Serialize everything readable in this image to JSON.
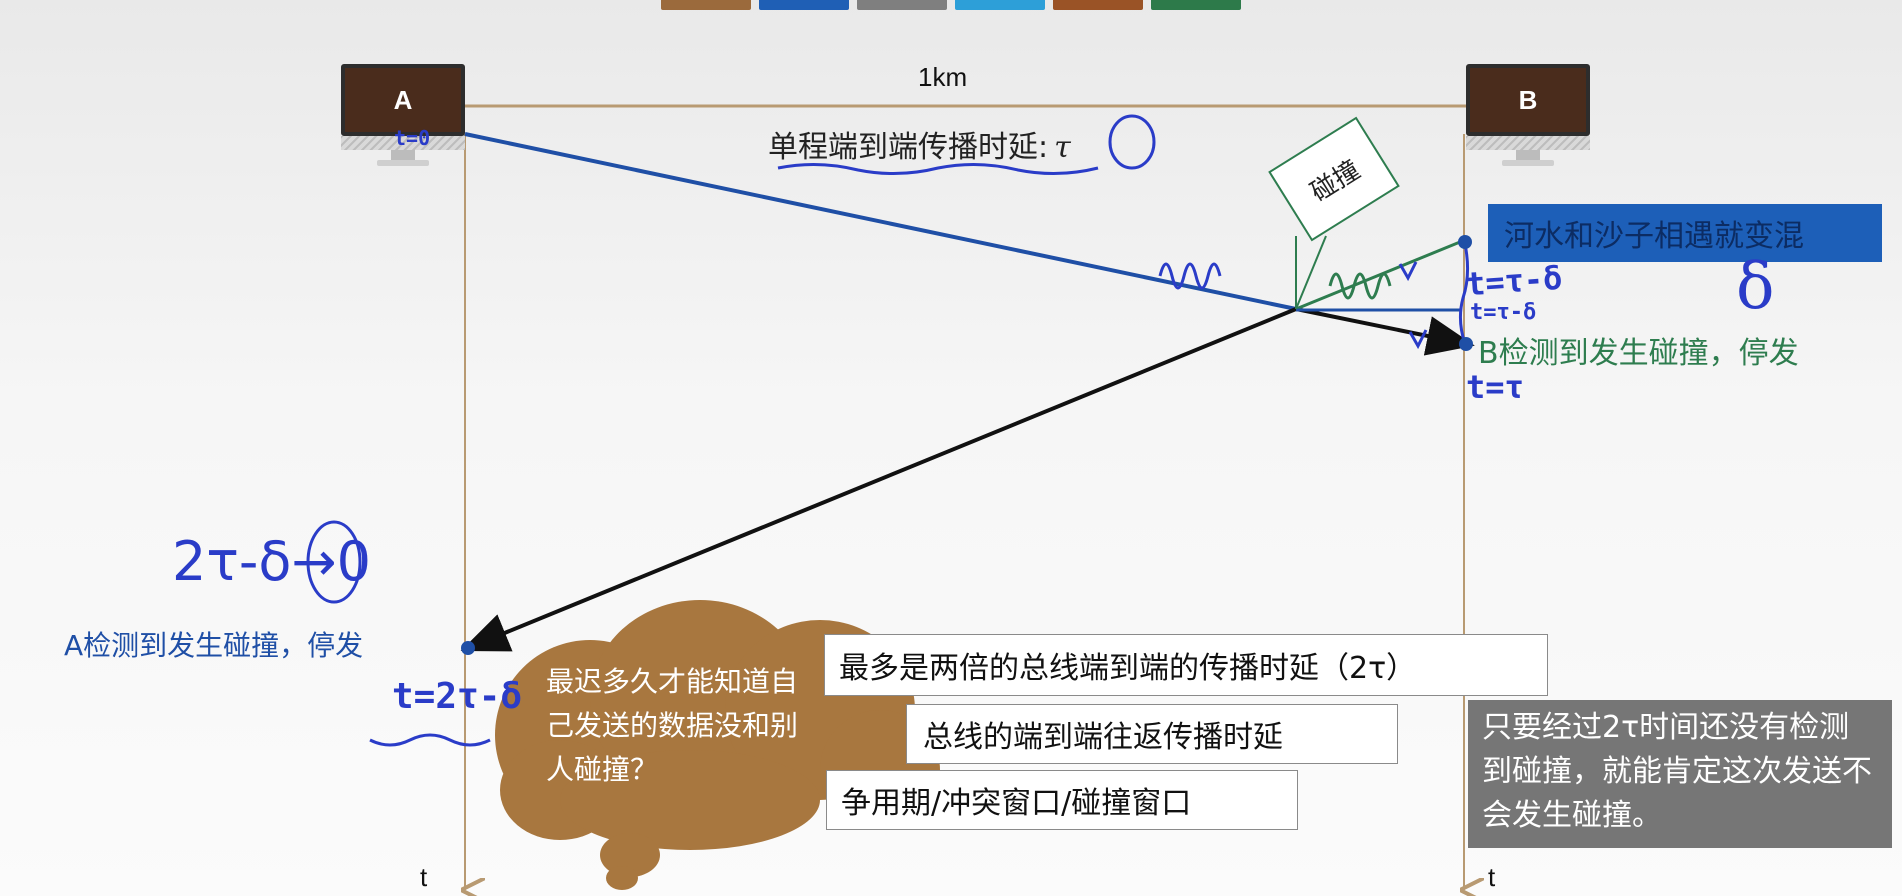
{
  "color_bars": [
    "#9b6a3c",
    "#1f5fb5",
    "#7f7f7f",
    "#2d9fd8",
    "#9a5326",
    "#2d7a4a"
  ],
  "stations": {
    "a": "A",
    "b": "B"
  },
  "distance_label": "1km",
  "delay_label_prefix": "单程端到端传播时延:",
  "delay_symbol": "τ",
  "collision_tag": "碰撞",
  "blue_note": "河水和沙子相遇就变混",
  "b_detect_label": "B检测到发生碰撞，停发",
  "a_detect_label": "A检测到发生碰撞，停发",
  "time_axis_label": "t",
  "cloud_question": "最迟多久才能知道自己发送的数据没和别人碰撞？",
  "answer_boxes": {
    "max": "最多是两倍的总线端到端的传播时延（2τ）",
    "round_trip": "总线的端到端往返传播时延",
    "terms": "争用期/冲突窗口/碰撞窗口"
  },
  "gray_note": "只要经过2τ时间还没有检测到碰撞，就能肯定这次发送不会发生碰撞。",
  "handwritten": {
    "t_zero": "t=0",
    "b_send": "t=τ-δ",
    "b_send2": "t=τ-δ",
    "b_detect": "t=τ",
    "a_detect": "t=2τ-δ",
    "limit": "2τ-δ→0",
    "delta": "δ"
  },
  "colors": {
    "blue_signal": "#1f4fa6",
    "black_signal": "#111111",
    "green_signal": "#2e7d4f",
    "ink": "#2a3cc8",
    "cloud": "#a8773f",
    "axis": "#b89a72"
  }
}
